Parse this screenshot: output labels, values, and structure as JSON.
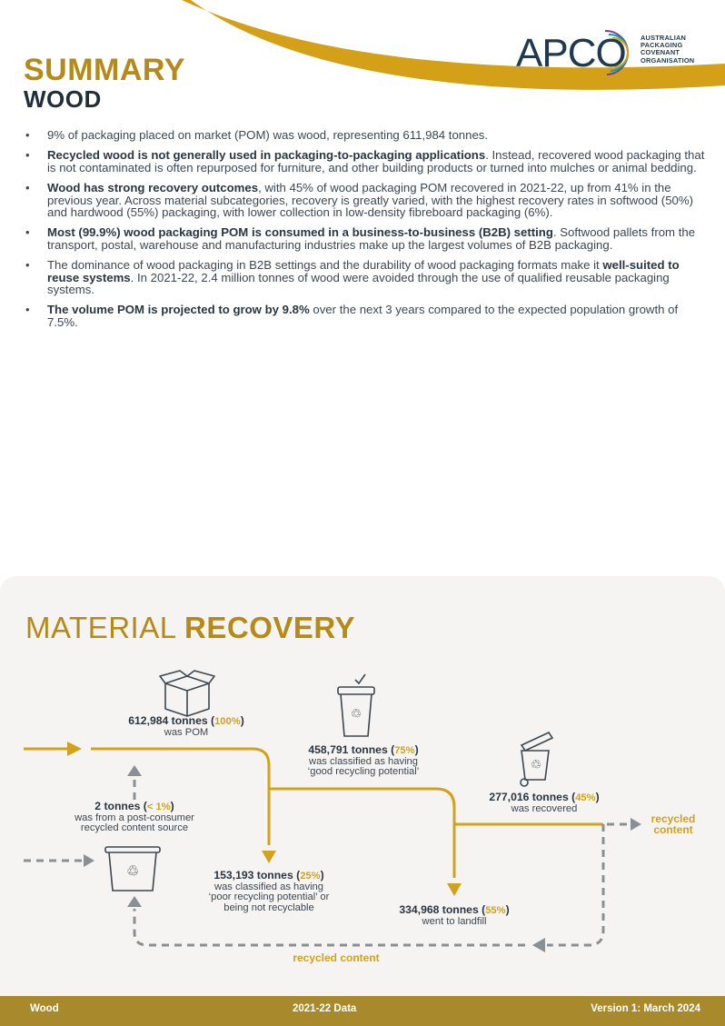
{
  "header": {
    "logo_text": "APCO",
    "logo_sub": [
      "AUSTRALIAN",
      "PACKAGING",
      "COVENANT",
      "ORGANISATION"
    ],
    "title": "SUMMARY",
    "subtitle": "WOOD"
  },
  "bullets": [
    {
      "bold_lead": "",
      "text": "9% of packaging placed on market (POM) was wood, representing 611,984 tonnes."
    },
    {
      "bold_lead": "Recycled wood is not generally used in packaging-to-packaging applications",
      "text": ". Instead, recovered wood packaging that is not contaminated is often repurposed for furniture, and other building products or turned into mulches or animal bedding."
    },
    {
      "bold_lead": "Wood has strong recovery outcomes",
      "text": ", with 45% of wood packaging POM recovered in 2021-22, up from 41% in the previous year. Across material subcategories, recovery is greatly varied, with the highest recovery rates in softwood (50%) and hardwood (55%) packaging, with lower collection in low-density fibreboard packaging (6%)."
    },
    {
      "bold_lead": "Most (99.9%) wood packaging POM is consumed in a business-to-business (B2B) setting",
      "text": ". Softwood pallets from the transport, postal, warehouse and manufacturing industries make up the largest volumes of B2B packaging."
    },
    {
      "pre": "The dominance of wood packaging in B2B settings and the durability of wood packaging formats make it ",
      "bold_mid": "well-suited to reuse systems",
      "post": ". In 2021-22, 2.4 million tonnes of wood were avoided through the use of qualified reusable packaging systems."
    },
    {
      "bold_lead": "The volume POM is projected to grow by 9.8%",
      "text": " over the next 3 years compared to the expected population growth of 7.5%."
    }
  ],
  "recovery": {
    "title_light": "MATERIAL ",
    "title_bold": "RECOVERY",
    "pom": {
      "tonnes": "612,984 tonnes (",
      "pct": "100%",
      "close": ")",
      "desc": "was POM"
    },
    "good": {
      "tonnes": "458,791 tonnes (",
      "pct": "75%",
      "close": ")",
      "desc1": "was classified as having",
      "desc2": "‘good recycling potential’"
    },
    "recovered": {
      "tonnes": "277,016 tonnes (",
      "pct": "45%",
      "close": ")",
      "desc": "was recovered"
    },
    "post_consumer": {
      "tonnes": "2 tonnes (",
      "pct": "< 1%",
      "close": ")",
      "desc1": "was from a post-consumer",
      "desc2": "recycled content source"
    },
    "poor": {
      "tonnes": "153,193 tonnes (",
      "pct": "25%",
      "close": ")",
      "desc1": "was classified as having",
      "desc2": "‘poor recycling potential’ or",
      "desc3": "being not recyclable"
    },
    "landfill": {
      "tonnes": "334,968 tonnes (",
      "pct": "55%",
      "close": ")",
      "desc": "went to landfill"
    },
    "recycled_content_right_1": "recycled",
    "recycled_content_right_2": "content",
    "recycled_content_bottom": "recycled content",
    "colors": {
      "gold": "#d2a21a",
      "grey_dash": "#8a8f94",
      "dark": "#3d4750"
    },
    "icons": [
      "box-icon",
      "recycle-bin-icon",
      "wheelie-bin-icon",
      "recycle-bin-icon"
    ]
  },
  "footer": {
    "left": "Wood",
    "center": "2021-22 Data",
    "right": "Version 1: March 2024"
  }
}
